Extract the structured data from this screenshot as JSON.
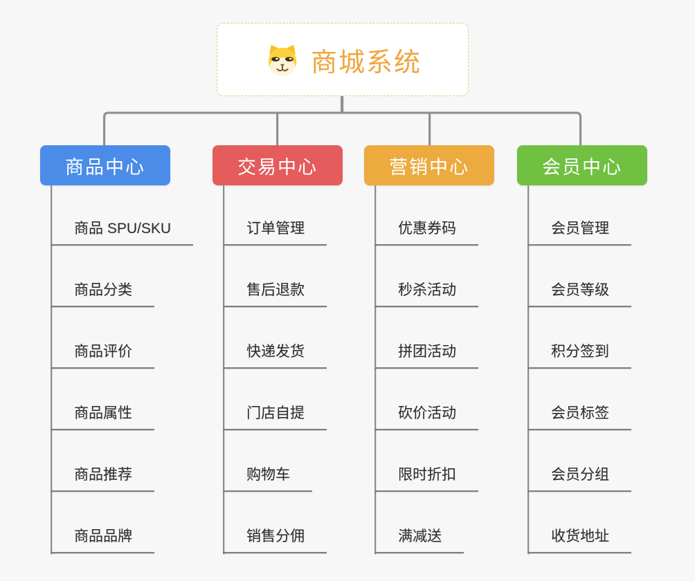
{
  "root": {
    "title": "商城系统",
    "icon": "dog-face-icon",
    "title_color": "#f0a53c",
    "border_color": "#edc47e",
    "background": "#ffffff"
  },
  "canvas": {
    "background_color": "#f7f7f8",
    "connector_color": "#8f8f8f"
  },
  "branches": [
    {
      "label": "商品中心",
      "color": "#4a8ce8",
      "children": [
        "商品 SPU/SKU",
        "商品分类",
        "商品评价",
        "商品属性",
        "商品推荐",
        "商品品牌"
      ]
    },
    {
      "label": "交易中心",
      "color": "#e45c5c",
      "children": [
        "订单管理",
        "售后退款",
        "快递发货",
        "门店自提",
        "购物车",
        "销售分佣"
      ]
    },
    {
      "label": "营销中心",
      "color": "#ecaa3f",
      "children": [
        "优惠券码",
        "秒杀活动",
        "拼团活动",
        "砍价活动",
        "限时折扣",
        "满减送"
      ]
    },
    {
      "label": "会员中心",
      "color": "#70c041",
      "children": [
        "会员管理",
        "会员等级",
        "积分签到",
        "会员标签",
        "会员分组",
        "收货地址"
      ]
    }
  ]
}
